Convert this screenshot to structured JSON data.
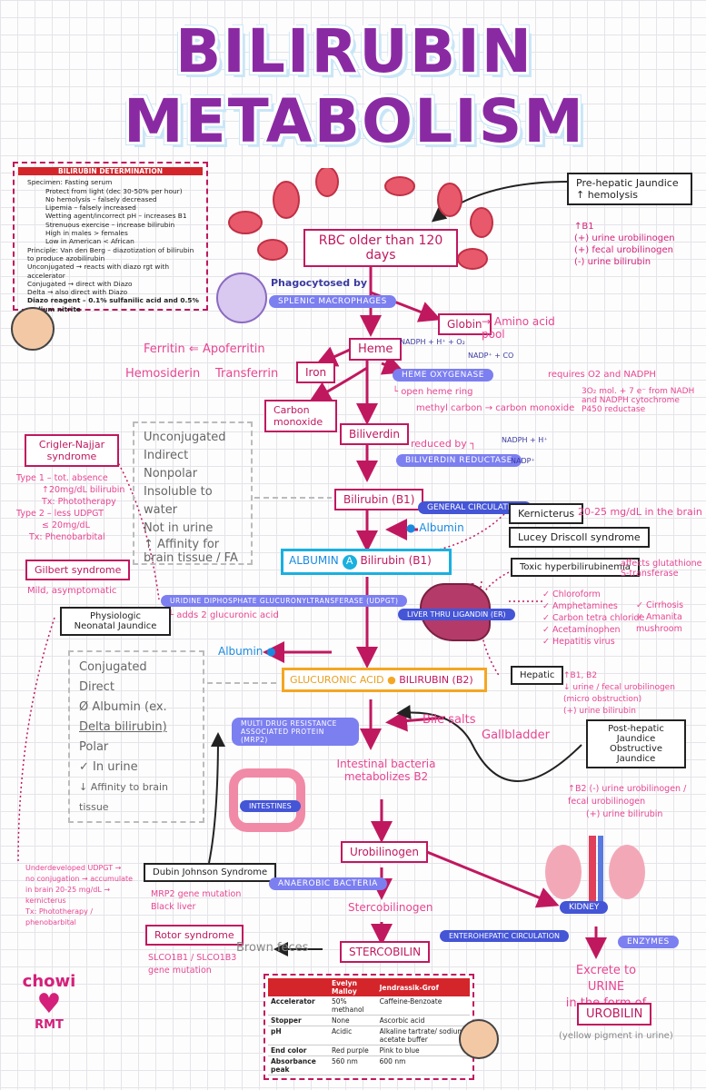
{
  "title": "BILIRUBIN METABOLISM",
  "determination": {
    "header": "BILIRUBIN DETERMINATION",
    "lines": [
      "Specimen: Fasting serum",
      "Protect from light (dec 30-50% per hour)",
      "No hemolysis – falsely decreased",
      "Lipemia – falsely increased",
      "Wetting agent/incorrect pH – increases B1",
      "Strenuous exercise – increase bilirubin",
      "High in males > females",
      "Low in American < African",
      "Principle: Van den Berg – diazotization of bilirubin to produce azobilirubin",
      "Unconjugated → reacts with diazo rgt with accelerator",
      "Conjugated → direct with Diazo",
      "Delta → also direct with Diazo",
      "Diazo reagent – 0.1% sulfanilic acid and 0.5% sodium nitrite"
    ]
  },
  "prehepatic": {
    "title": "Pre-hepatic Jaundice",
    "sub": "↑ hemolysis",
    "notes": [
      "↑B1",
      "(+) urine urobilinogen",
      "(+) fecal urobilinogen",
      "(-) urine bilirubin"
    ]
  },
  "rbc": "RBC older than 120 days",
  "phago": "Phagocytosed by",
  "splenic": "SPLENIC MACROPHAGES",
  "globin": "Globin",
  "aminoacid": "→ Amino acid pool",
  "heme": "Heme",
  "ferritin": "Ferritin ⇐ Apoferritin",
  "hemosiderin": "Hemosiderin",
  "transferrin": "Transferrin",
  "iron": "Iron",
  "nadph1": "NADPH + H⁺ + O₂",
  "nadp1": "NADP⁺ + CO",
  "hemeoxy": "HEME OXYGENASE",
  "requires": "requires O2 and NADPH",
  "openring": "└ open heme ring",
  "methyl": "methyl carbon → carbon monoxide",
  "nadh": "3O₂ mol. + 7 e⁻ from NADH and NADPH cytochrome P450 reductase",
  "co": "Carbon monoxide",
  "biliverdin": "Biliverdin",
  "reducedby": "reduced by ┐",
  "bvr": "BILIVERDIN REDUCTASE",
  "nadph2": "NADPH + H⁺",
  "nadp2": "NADP⁺",
  "crigler": {
    "title": "Crigler-Najjar syndrome",
    "lines": [
      "Type 1 – tot. absence",
      "↑20mg/dL bilirubin",
      "Tx: Phototherapy",
      "Type 2 – less UDPGT",
      "≤ 20mg/dL",
      "Tx: Phenobarbital"
    ]
  },
  "unconj": [
    "Unconjugated",
    "Indirect",
    "Nonpolar",
    "Insoluble to water",
    "Not in urine",
    "↑ Affinity for brain tissue / FA"
  ],
  "gilbert": "Gilbert syndrome",
  "mild": "Mild, asymptomatic",
  "b1": "Bilirubin (B1)",
  "gencirc": "GENERAL CIRCULATION",
  "albumin1": "● Albumin",
  "kern": "Kernicterus",
  "kernnote": "20-25 mg/dL in the brain",
  "lucey": "Lucey Driscoll syndrome",
  "albb1a": "ALBUMIN",
  "albb1b": "Bilirubin (B1)",
  "toxic": "Toxic hyperbilirubinemia",
  "toxicnote": "affects glutathione S-transferase",
  "toxlist": [
    "✓ Chloroform",
    "✓ Amphetamines",
    "✓ Carbon tetra chloride",
    "✓ Acetaminophen",
    "✓ Hepatitis virus"
  ],
  "toxlist2": [
    "✓ Cirrhosis",
    "✓ Amanita mushroom"
  ],
  "udpgt": "URIDINE DIPHOSPHATE GLUCURONYLTRANSFERASE (UDPGT)",
  "adds": "└ adds 2 glucuronic acid",
  "physio": "Physiologic Neonatal Jaundice",
  "liver": "LIVER THRU LIGANDIN (ER)",
  "albumin2": "Albumin ●",
  "conj": [
    "Conjugated",
    "Direct",
    "Ø Albumin (ex.",
    "Delta bilirubin)",
    "Polar",
    "✓ In urine",
    "↓ Affinity to brain tissue"
  ],
  "b2a": "GLUCURONIC ACID",
  "b2b": "BILIRUBIN (B2)",
  "hepatic": "Hepatic",
  "hepnotes": [
    "↑B1, B2",
    "↓ urine / fecal urobilinogen (micro obstruction)",
    "(+) urine bilirubin"
  ],
  "mrp": "MULTI DRUG RESISTANCE ASSOCIATED PROTEIN (MRP2)",
  "bilesalts": "Bile salts",
  "gall": "Gallbladder",
  "posthep": {
    "title": "Post-hepatic Jaundice",
    "sub": "Obstructive Jaundice",
    "notes": [
      "↑B2  (-) urine urobilinogen / fecal urobilinogen",
      "(+) urine bilirubin"
    ]
  },
  "intest": "Intestinal bacteria metabolizes B2",
  "intestines": "INTESTINES",
  "neonatal": [
    "Underdeveloped UDPGT →",
    "no conjugation → accumulate",
    "in brain 20-25 mg/dL → kernicterus",
    "Tx: Phototherapy / phenobarbital"
  ],
  "dubin": "Dubin Johnson Syndrome",
  "dubinnote": [
    "MRP2 gene mutation",
    "Black liver"
  ],
  "urob": "Urobilinogen",
  "anaer": "ANAEROBIC BACTERIA",
  "sterco": "Stercobilinogen",
  "kidney": "KIDNEY",
  "rotor": "Rotor syndrome",
  "rotornote": [
    "SLCO1B1 / SLCO1B3",
    "gene mutation"
  ],
  "brown": "Brown feces",
  "stercobilin": "STERCOBILIN",
  "entero": "ENTEROHEPATIC CIRCULATION",
  "enzymes": "ENZYMES",
  "excrete": [
    "Excrete to URINE",
    "in the form of"
  ],
  "urobilin": "UROBILIN",
  "yellow": "(yellow pigment in urine)",
  "logo": [
    "chowi",
    "RMT"
  ],
  "table": {
    "headers": [
      "",
      "Evelyn Malloy",
      "Jendrassik-Grof"
    ],
    "rows": [
      [
        "Accelerator",
        "50% methanol",
        "Caffeine-Benzoate"
      ],
      [
        "Stopper",
        "None",
        "Ascorbic acid"
      ],
      [
        "pH",
        "Acidic",
        "Alkaline tartrate/ sodium acetate buffer"
      ],
      [
        "End color",
        "Red purple",
        "Pink to blue"
      ],
      [
        "Absorbance peak",
        "560 nm",
        "600 nm"
      ]
    ]
  }
}
